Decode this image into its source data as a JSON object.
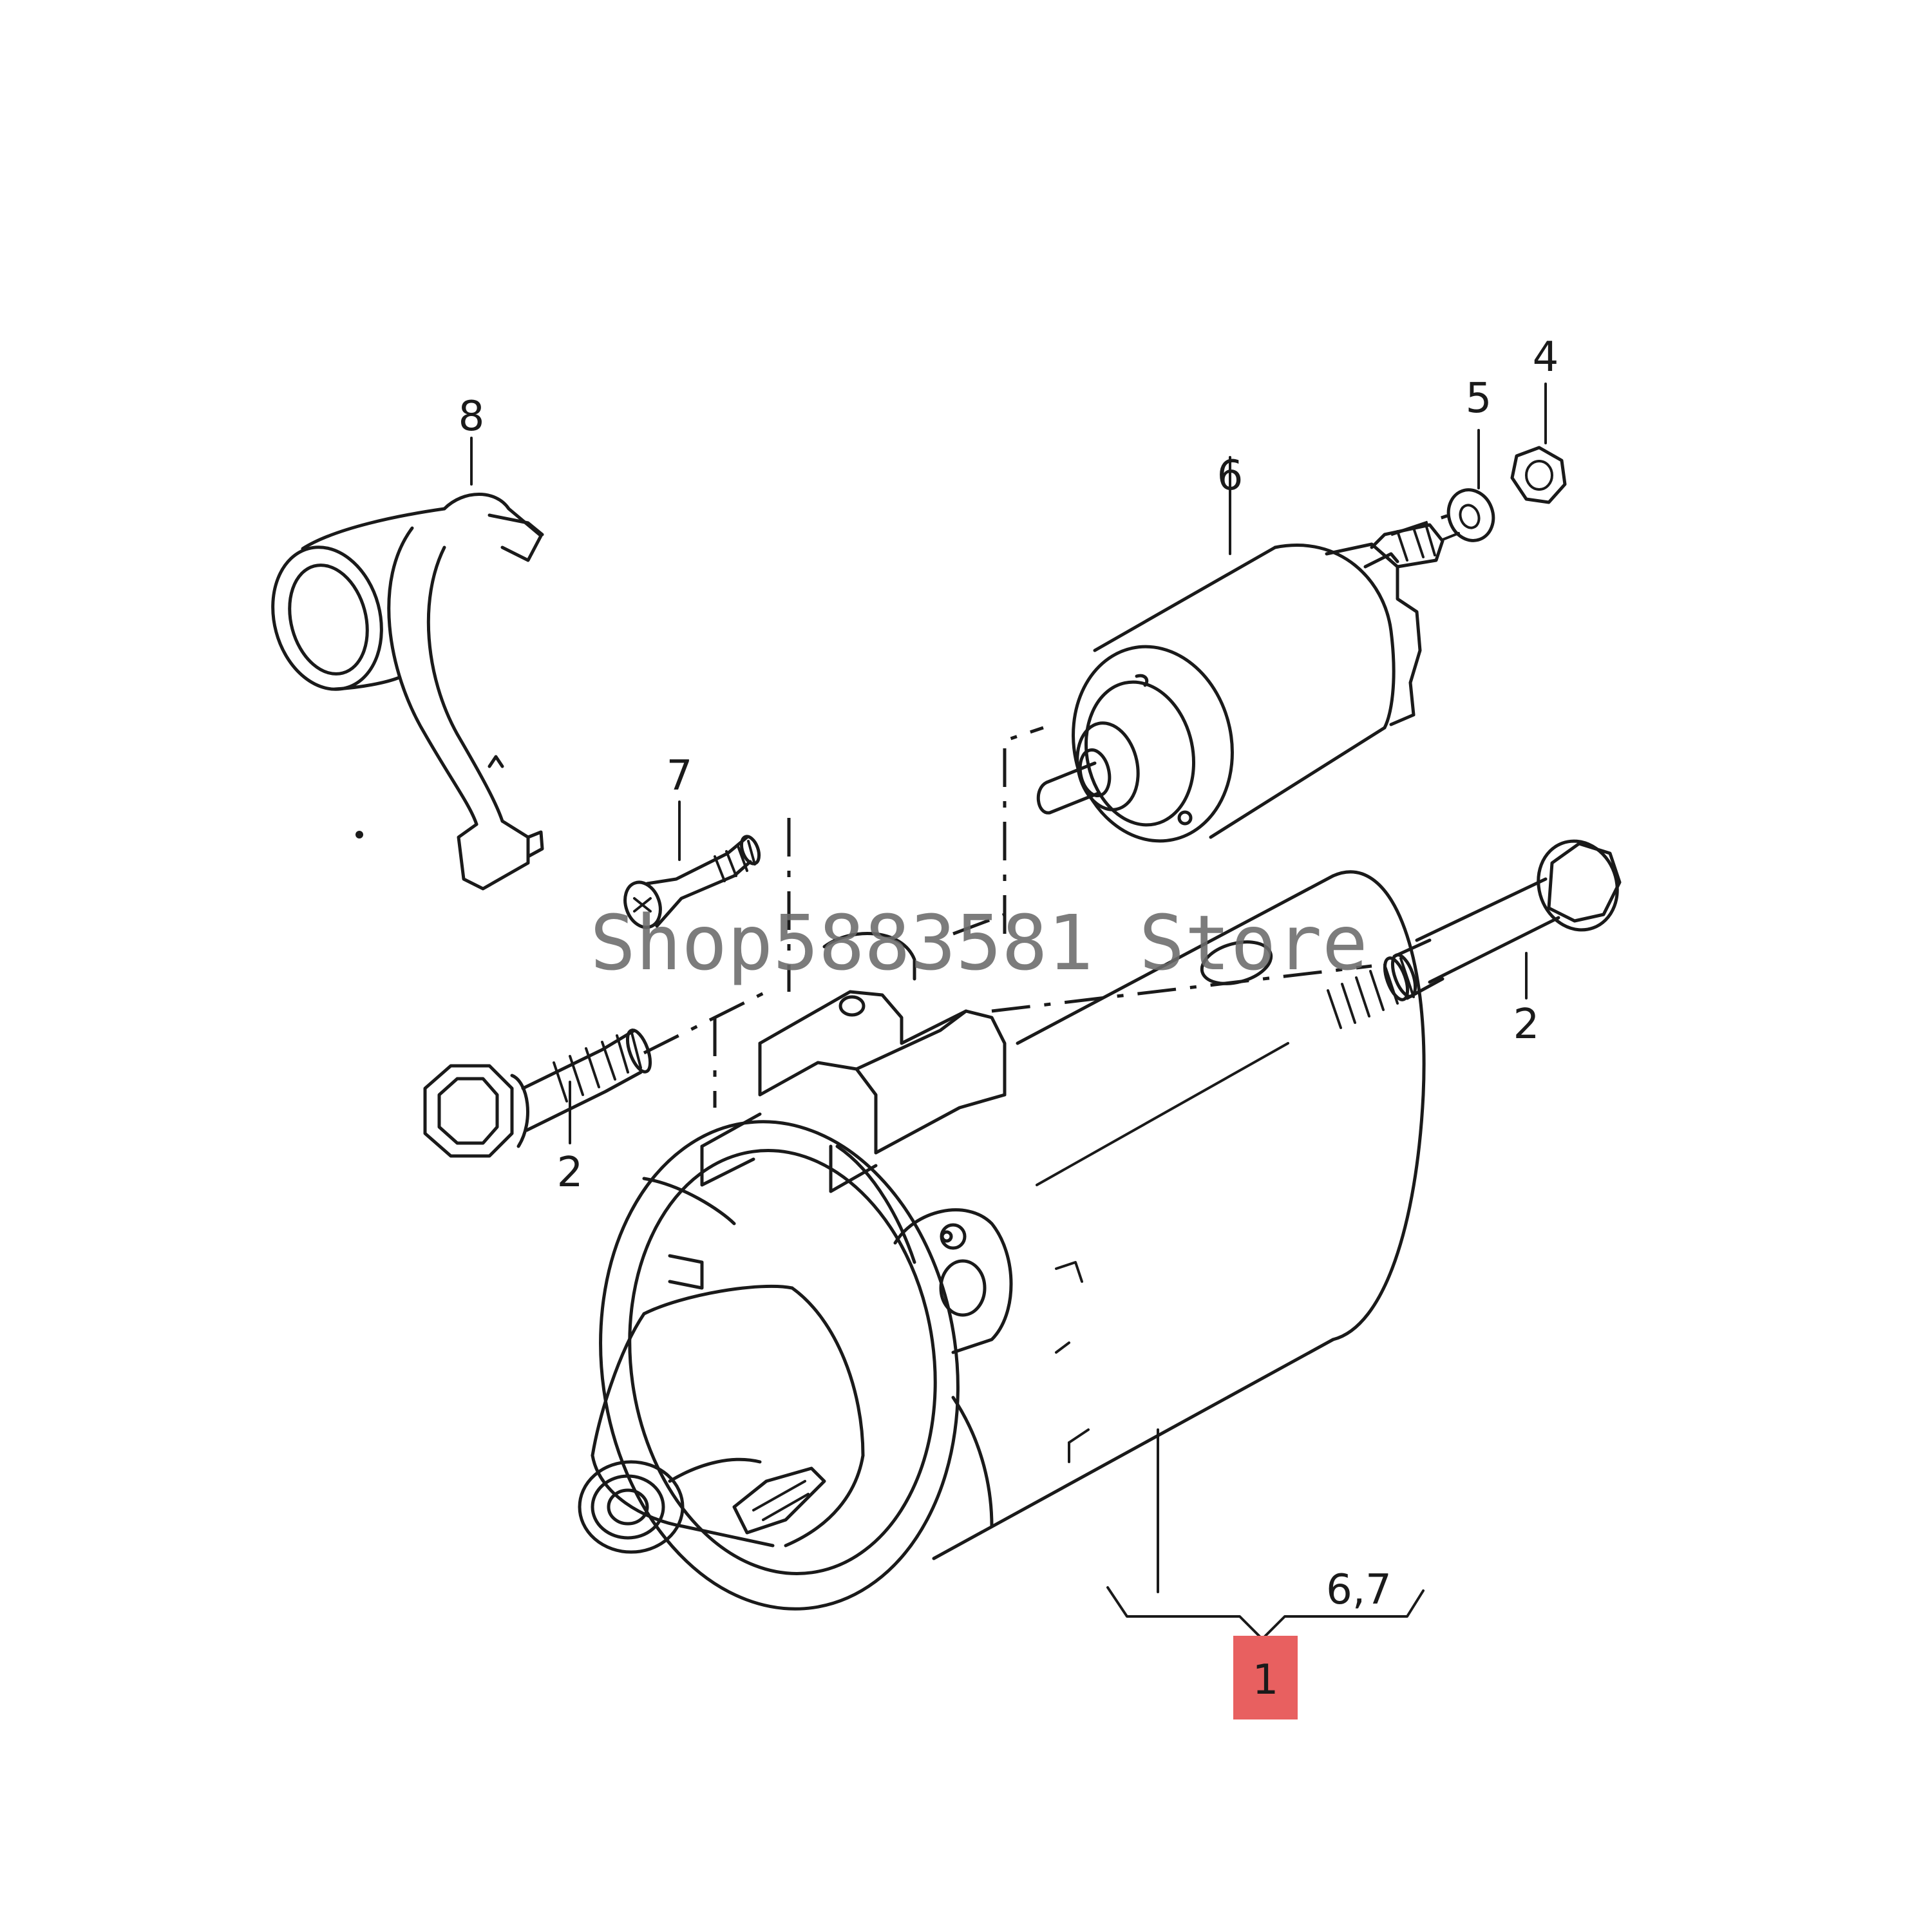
{
  "callouts": {
    "starter": "1",
    "bolt_left": "2",
    "bolt_right": "2",
    "nut": "4",
    "washer": "5",
    "solenoid": "6",
    "screw": "7",
    "bracket": "8",
    "group": "6,7"
  },
  "watermark": "Shop5883581 Store",
  "colors": {
    "highlight": "#e86060",
    "line": "#1a1a1a"
  }
}
